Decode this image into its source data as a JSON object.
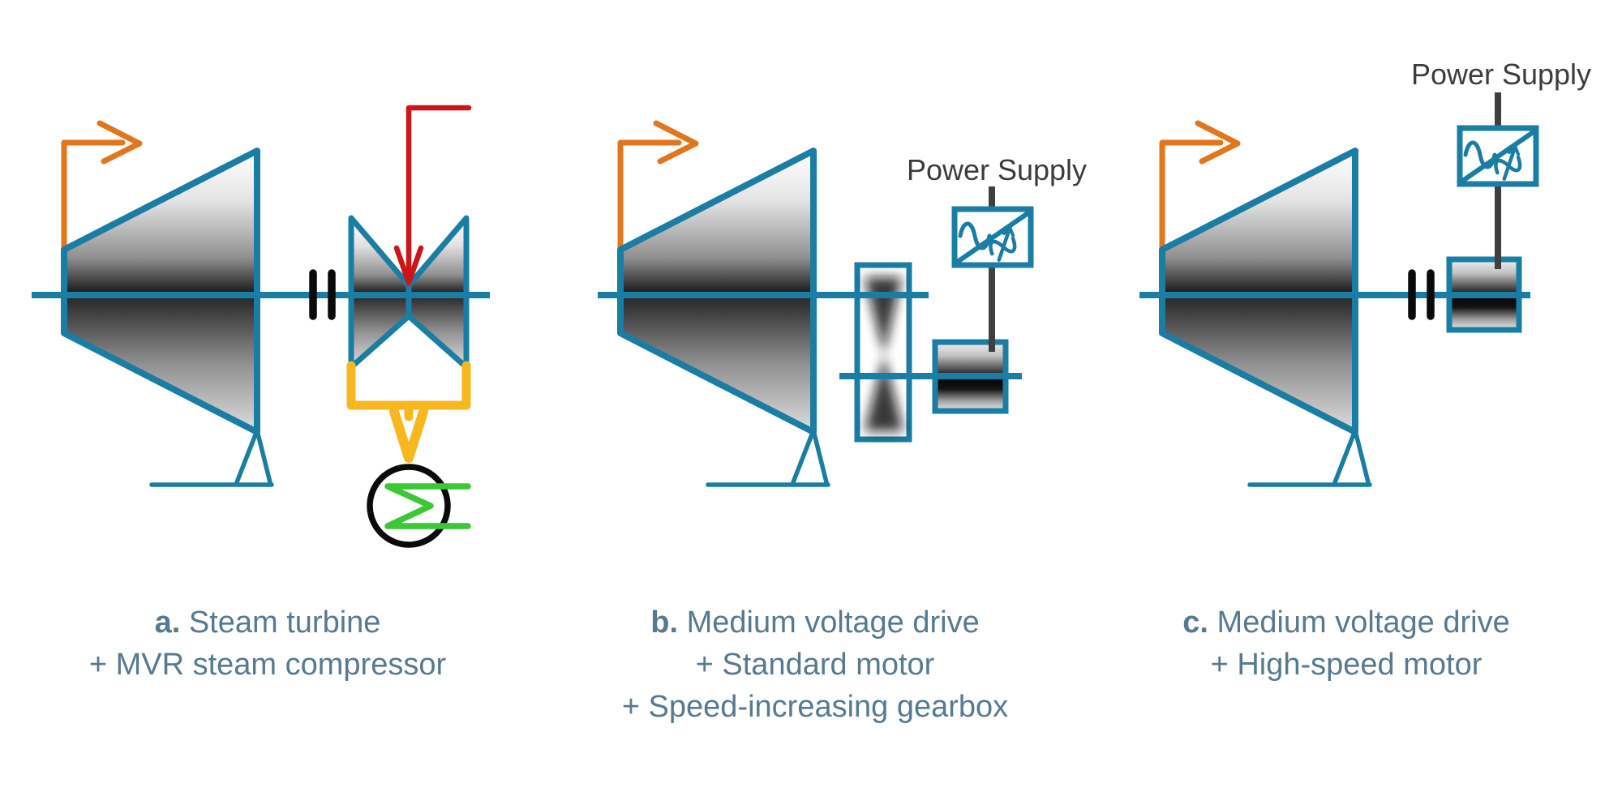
{
  "labels": {
    "power_supply": "Power Supply"
  },
  "captions": {
    "a": {
      "label": "a.",
      "title": " Steam turbine",
      "lines": [
        "+ MVR steam compressor"
      ]
    },
    "b": {
      "label": "b.",
      "title": " Medium voltage drive",
      "lines": [
        "+ Standard motor",
        "+ Speed-increasing gearbox"
      ]
    },
    "c": {
      "label": "c.",
      "title": " Medium voltage drive",
      "lines": [
        "+ High-speed motor"
      ]
    }
  },
  "colors": {
    "teal": "#1a7da4",
    "orange": "#e2761c",
    "red": "#cd1417",
    "yellow": "#f6b71f",
    "green": "#3cc734",
    "power_line": "#3f3f3f",
    "label_text": "#3c3c3c",
    "caption_text": "#567a90"
  },
  "icons": {
    "inlet-arrow-icon": "orange elbow arrow, process vapor into compressor",
    "steam-inlet-arrow-icon": "red down arrow, live steam into turbine",
    "exhaust-duct-arrow-icon": "yellow duct with down arrow, exhaust steam out",
    "condenser-icon": "black circle with green sigma coil",
    "shaft-coupling-icon": "two short black bars on shaft",
    "frequency-converter-icon": "teal box, diagonal, sine glyph and variable-frequency glyph",
    "gearbox-icon": "tall teal rectangle with blurred gear-mesh hourglass",
    "motor-icon": "teal box with dark metallic band",
    "mount-icon": "triangle legs on ground line"
  }
}
